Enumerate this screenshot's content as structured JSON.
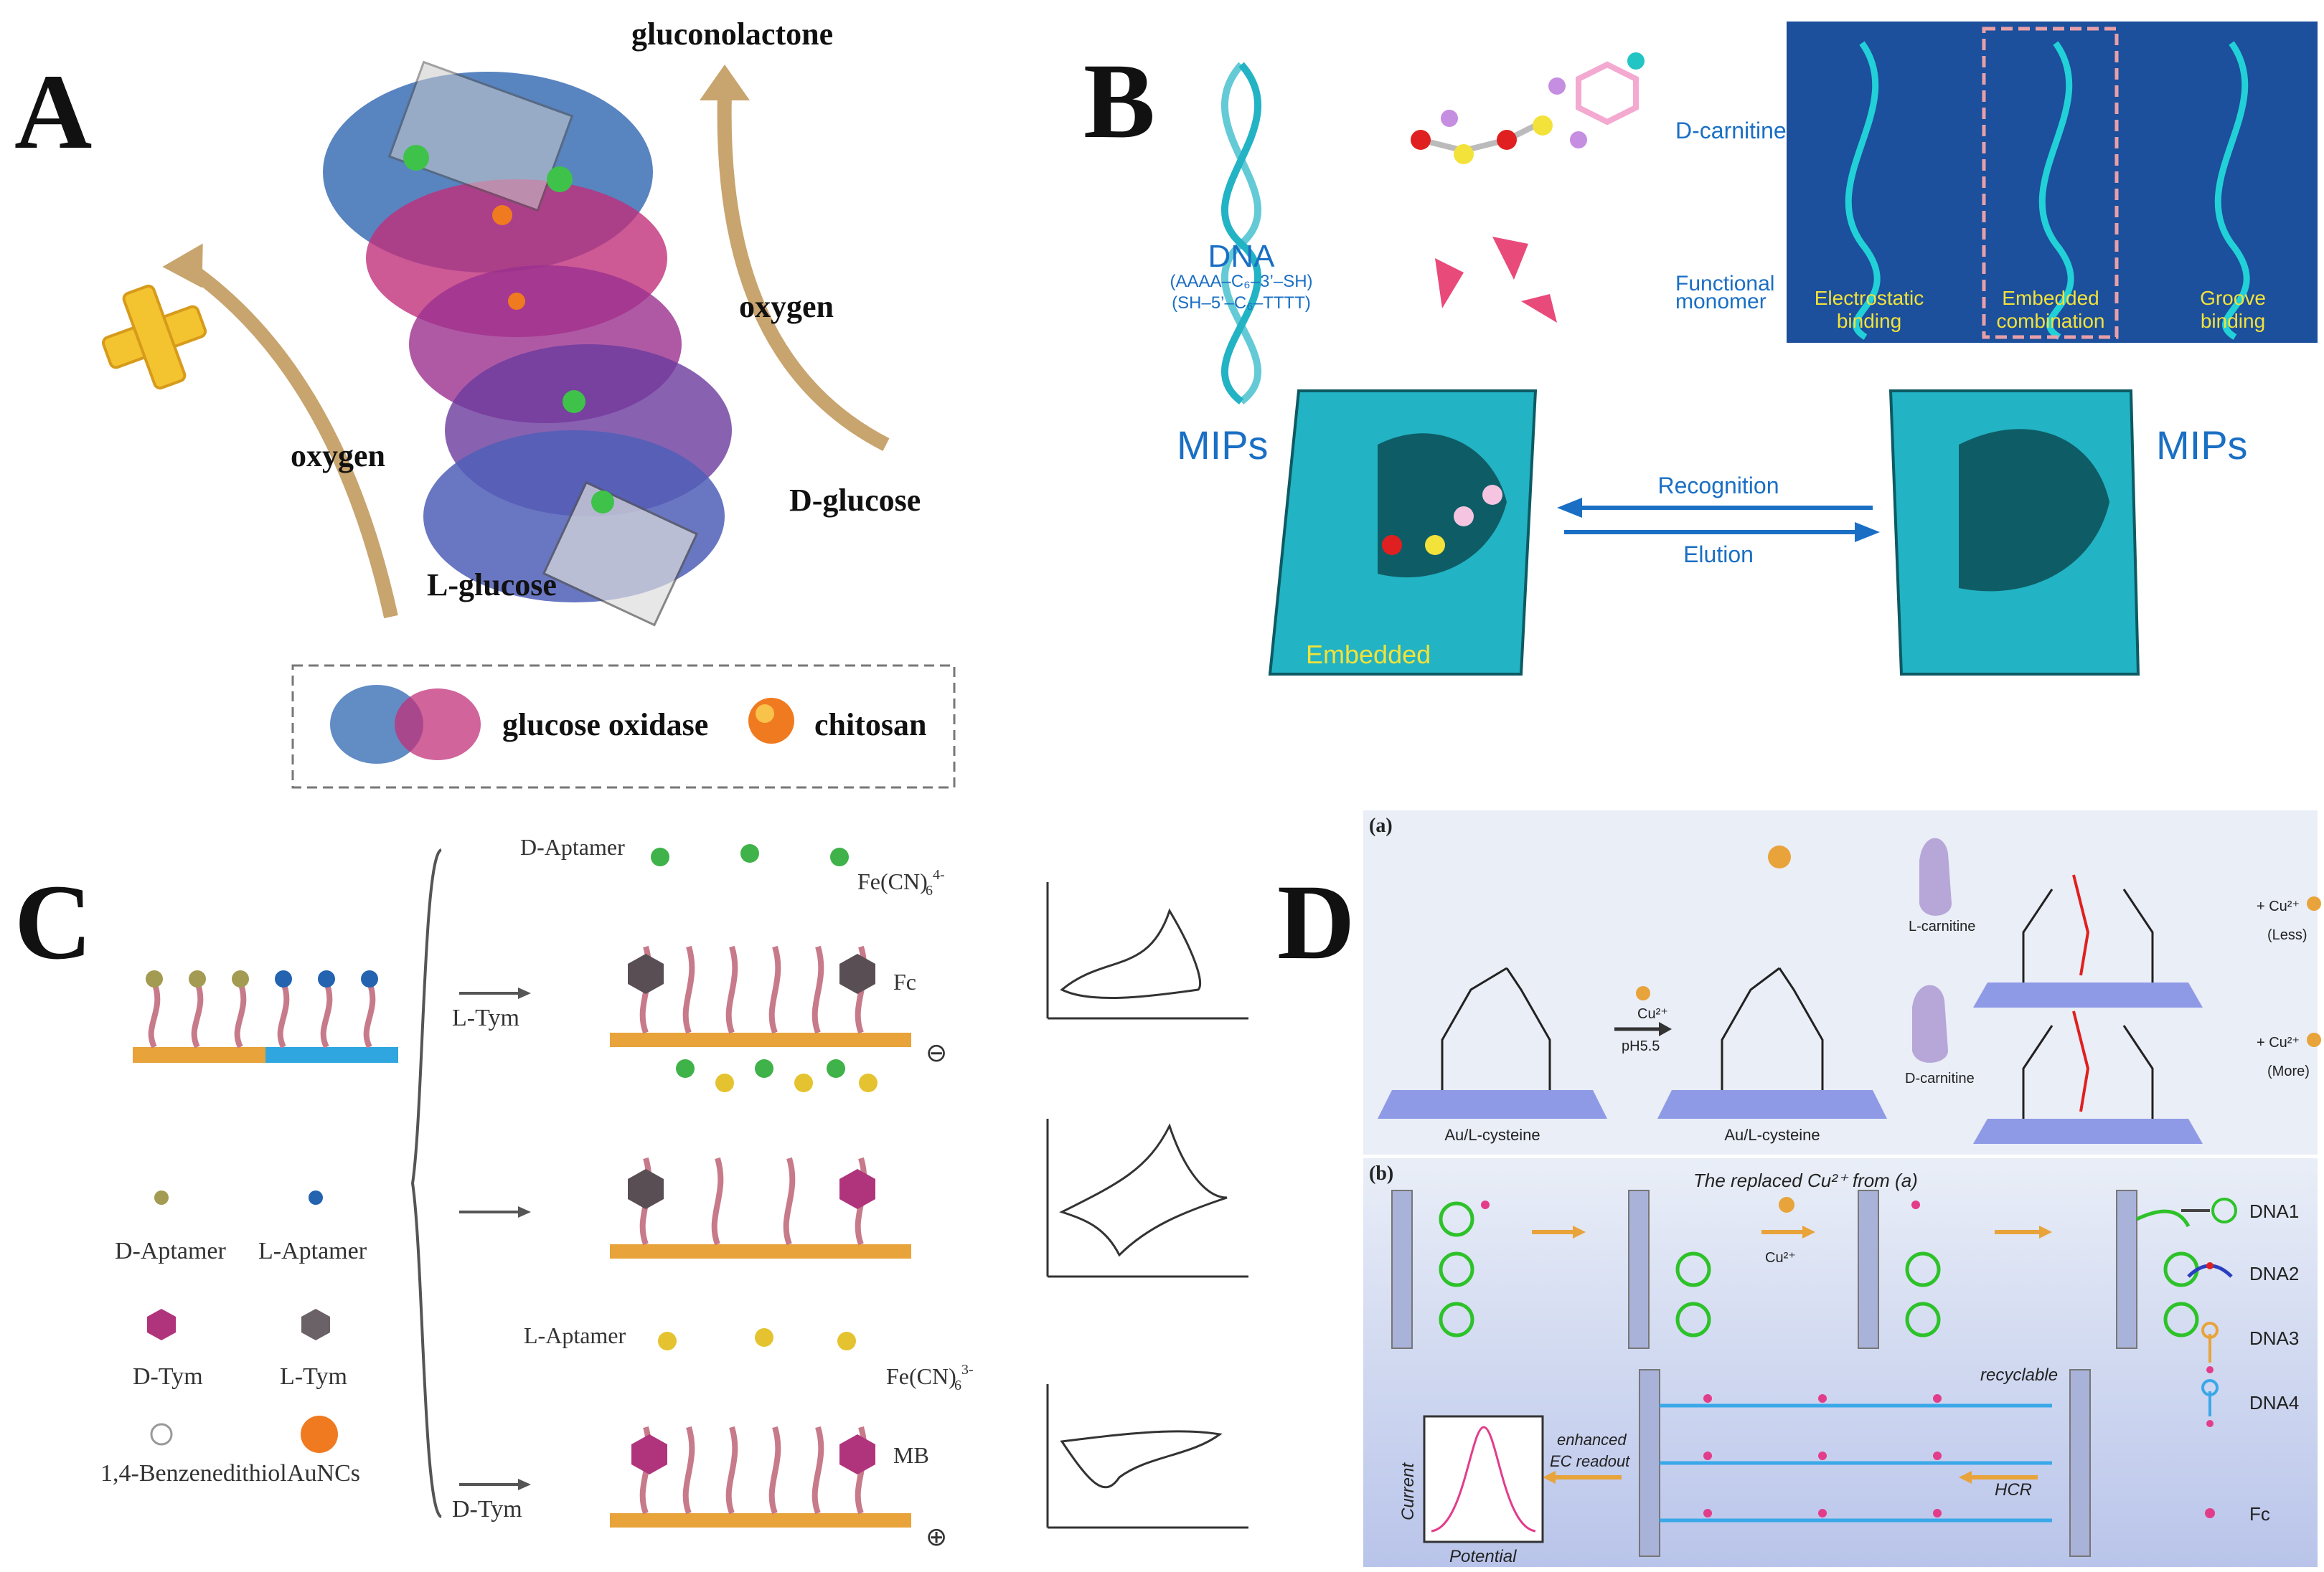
{
  "panels": {
    "A": {
      "label": "A",
      "gluconolactone": "gluconolactone",
      "oxygen_right": "oxygen",
      "oxygen_left": "oxygen",
      "d_glucose": "D-glucose",
      "l_glucose": "L-glucose",
      "legend_glucose_oxidase": "glucose oxidase",
      "legend_chitosan": "chitosan"
    },
    "B": {
      "label": "B",
      "dna": "DNA",
      "dna_seq1": "(AAAA–C₆–3’–SH)",
      "dna_seq2": "(SH–5’–C₆–TTTT)",
      "d_carnitine": "D-carnitine",
      "functional_1": "Functional",
      "functional_2": "monomer",
      "electrostatic_1": "Electrostatic",
      "electrostatic_2": "binding",
      "embedded_1": "Embedded",
      "embedded_2": "combination",
      "groove_1": "Groove",
      "groove_2": "binding",
      "mips_left": "MIPs",
      "mips_right": "MIPs",
      "recognition": "Recognition",
      "elution": "Elution",
      "embedded": "Embedded"
    },
    "C": {
      "label": "C",
      "d_aptamer_top": "D-Aptamer",
      "l_aptamer_bottom": "L-Aptamer",
      "fecn_top": "Fe(CN)",
      "fecn_top_sub": "6",
      "fecn_top_sup": "4-",
      "fecn_bottom": "Fe(CN)",
      "fecn_bottom_sub": "6",
      "fecn_bottom_sup": "3-",
      "fc": "Fc",
      "mb": "MB",
      "minus": "⊖",
      "plus": "⊕",
      "l_tym_arrow": "L-Tym",
      "d_tym_arrow": "D-Tym",
      "legend_d_aptamer": "D-Aptamer",
      "legend_l_aptamer": "L-Aptamer",
      "legend_d_tym": "D-Tym",
      "legend_l_tym": "L-Tym",
      "legend_benzenedithiol": "1,4-Benzenedithiol",
      "legend_auncs": "AuNCs"
    },
    "D": {
      "label": "D",
      "sub_a": "(a)",
      "sub_b": "(b)",
      "au_cys_1": "Au/L-cysteine",
      "au_cys_2": "Au/L-cysteine",
      "cu_reagent": "Cu²⁺",
      "ph": "pH5.5",
      "l_carnitine": "L-carnitine",
      "d_carnitine": "D-carnitine",
      "cu_less": "+ Cu²⁺",
      "less": "(Less)",
      "cu_more": "+ Cu²⁺",
      "more": "(More)",
      "replaced_cu": "The replaced Cu²⁺ from (a)",
      "cu_b": "Cu²⁺",
      "recyclable": "recyclable",
      "hcr": "HCR",
      "enhanced_1": "enhanced",
      "enhanced_2": "EC readout",
      "current": "Current",
      "potential": "Potential",
      "dna1": "DNA1",
      "dna2": "DNA2",
      "dna3": "DNA3",
      "dna4": "DNA4",
      "fc": "Fc"
    }
  },
  "colors": {
    "arrow_tan": "#c8a46e",
    "b_box_blue": "#1c4f9c",
    "b_text_blue": "#1a6fc4",
    "b_teal": "#22b3c4",
    "c_gold": "#e8a33a",
    "d_bg_top": "#e9eef7",
    "d_bg_bottom": "#b9c4ea",
    "d_pink": "#e23d8b"
  }
}
